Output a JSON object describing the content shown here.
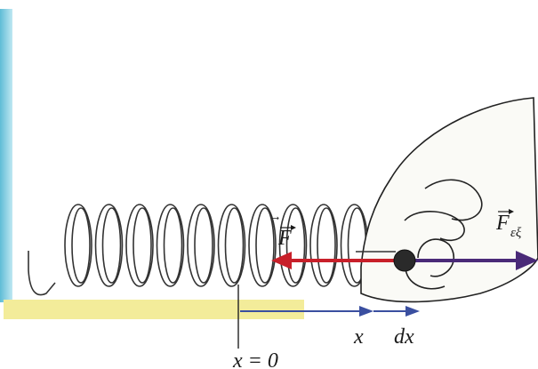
{
  "diagram": {
    "labels": {
      "applied_force": "F",
      "applied_force_sub": "εξ",
      "spring_force": "F",
      "position": "x",
      "displacement": "dx",
      "origin": "x = 0"
    },
    "colors": {
      "wall": "#8fd3e6",
      "floor": "#f3ec9a",
      "spring": "#333333",
      "spring_force_arrow": "#c8202a",
      "applied_force_arrow": "#4a2a78",
      "axis_arrow": "#3a4fa0",
      "mass": "#2a2a2a"
    }
  }
}
